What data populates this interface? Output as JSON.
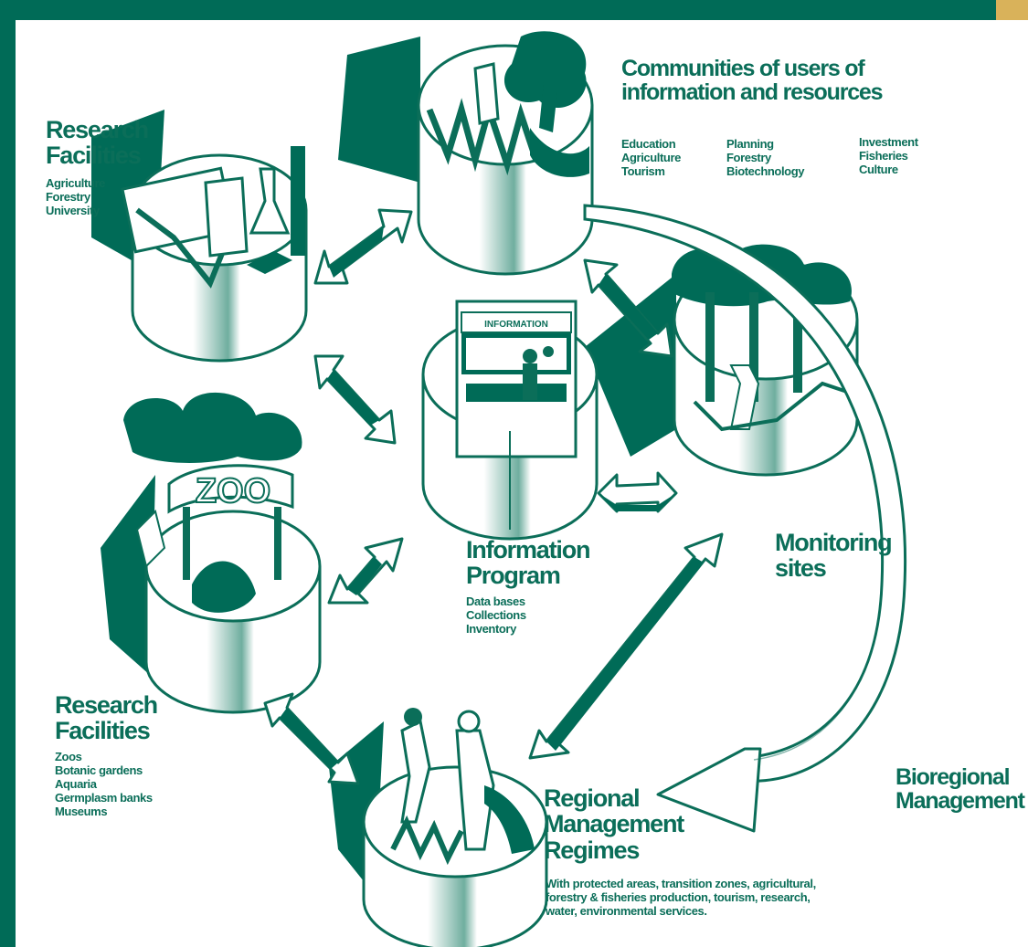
{
  "colors": {
    "accent": "#006b57",
    "ink": "#0b6e59",
    "gold": "#d9b25a"
  },
  "research_facilities_top": {
    "title": [
      "Research",
      "Facilities"
    ],
    "items": [
      "Agriculture",
      "Forestry",
      "University"
    ]
  },
  "communities": {
    "title": [
      "Communities of users of",
      "information and resources"
    ],
    "columns": [
      [
        "Education",
        "Agriculture",
        "Tourism"
      ],
      [
        "Planning",
        "Forestry",
        "Biotechnology"
      ],
      [
        "Investment",
        "Fisheries",
        "Culture"
      ]
    ]
  },
  "information_program": {
    "sign": "INFORMATION",
    "title": [
      "Information",
      "Program"
    ],
    "items": [
      "Data bases",
      "Collections",
      "Inventory"
    ]
  },
  "monitoring": {
    "title": [
      "Monitoring",
      "sites"
    ]
  },
  "research_facilities_bottom": {
    "title": [
      "Research",
      "Facilities"
    ],
    "items": [
      "Zoos",
      "Botanic gardens",
      "Aquaria",
      "Germplasm banks",
      "Museums"
    ]
  },
  "zoo_sign": "ZOO",
  "regional": {
    "title": [
      "Regional",
      "Management",
      "Regimes"
    ],
    "description": [
      "With protected areas, transition zones, agricultural,",
      "forestry & fisheries production, tourism, research,",
      "water, environmental services."
    ]
  },
  "bioregional": {
    "title": [
      "Bioregional",
      "Management"
    ]
  }
}
